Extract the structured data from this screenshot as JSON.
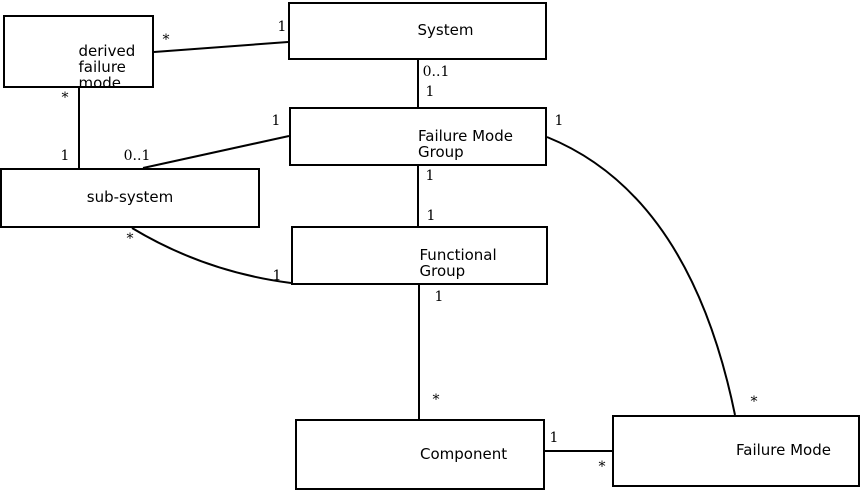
{
  "boxes": {
    "derived_failure_mode": {
      "label": "derived\nfailure\nmode"
    },
    "system": {
      "label": "System"
    },
    "failure_mode_group": {
      "label": "Failure Mode\nGroup"
    },
    "sub_system": {
      "label": "sub-system"
    },
    "functional_group": {
      "label": "Functional\nGroup"
    },
    "component": {
      "label": "Component"
    },
    "failure_mode": {
      "label": "Failure Mode"
    }
  },
  "multiplicity": {
    "dfm_system_star": "*",
    "dfm_system_one": "1",
    "dfm_subsystem_star": "*",
    "dfm_subsystem_one": "1",
    "subsystem_fmg_zero_or_one": "0..1",
    "subsystem_fmg_one": "1",
    "system_fmg_zero_or_one": "0..1",
    "system_fmg_one": "1",
    "fmg_fg_one_upper": "1",
    "fmg_fg_one_lower": "1",
    "fmg_failure_mode_one": "1",
    "fmg_failure_mode_star": "*",
    "subsystem_fg_star": "*",
    "subsystem_fg_one": "1",
    "fg_component_one": "1",
    "fg_component_star": "*",
    "component_fm_one": "1",
    "component_fm_star": "*"
  },
  "connections": [
    {
      "from": "derived failure mode",
      "from_mult": "*",
      "to": "System",
      "to_mult": "1"
    },
    {
      "from": "derived failure mode",
      "from_mult": "*",
      "to": "sub-system",
      "to_mult": "1"
    },
    {
      "from": "sub-system",
      "from_mult": "0..1",
      "to": "Failure Mode Group",
      "to_mult": "1"
    },
    {
      "from": "System",
      "from_mult": "0..1",
      "to": "Failure Mode Group",
      "to_mult": "1"
    },
    {
      "from": "Failure Mode Group",
      "from_mult": "1",
      "to": "Functional Group",
      "to_mult": "1"
    },
    {
      "from": "sub-system",
      "from_mult": "*",
      "to": "Functional Group",
      "to_mult": "1"
    },
    {
      "from": "Failure Mode Group",
      "from_mult": "1",
      "to": "Failure Mode",
      "to_mult": "*"
    },
    {
      "from": "Functional Group",
      "from_mult": "1",
      "to": "Component",
      "to_mult": "*"
    },
    {
      "from": "Component",
      "from_mult": "1",
      "to": "Failure Mode",
      "to_mult": "*"
    }
  ],
  "colors": {
    "background": "#ffffff",
    "line": "#000000",
    "text": "#000000"
  }
}
